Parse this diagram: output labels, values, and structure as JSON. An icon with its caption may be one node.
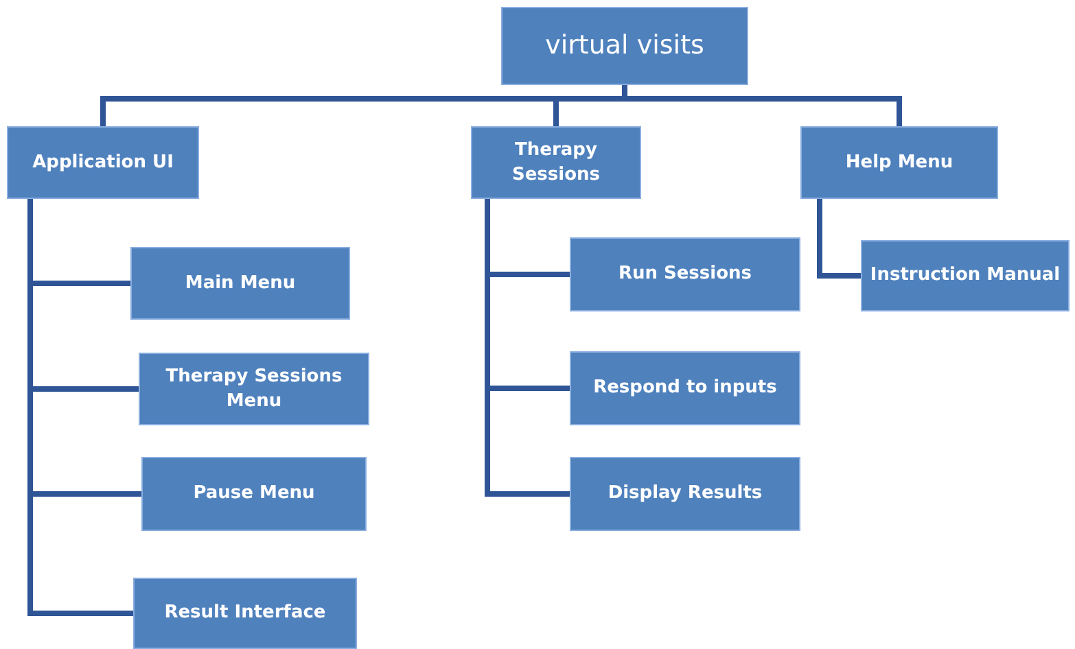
{
  "diagram": {
    "nodes": [
      {
        "text": [
          "virtual visits"
        ]
      },
      {
        "text": [
          "Application UI"
        ]
      },
      {
        "text": [
          "Therapy Sessions"
        ]
      },
      {
        "text": [
          "Help Menu"
        ]
      },
      {
        "text": [
          "Main Menu"
        ]
      },
      {
        "text": [
          "Therapy Sessions Menu"
        ]
      },
      {
        "text": [
          "Pause Menu"
        ]
      },
      {
        "text": [
          "Result Interface"
        ]
      },
      {
        "text": [
          "Run Sessions"
        ]
      },
      {
        "text": [
          "Respond to inputs"
        ]
      },
      {
        "text": [
          "Display Results"
        ]
      },
      {
        "text": [
          "Instruction Manual"
        ]
      }
    ],
    "edges": [
      {
        "from": 0,
        "to": 1,
        "arrow": "none"
      },
      {
        "from": 0,
        "to": 2,
        "arrow": "none"
      },
      {
        "from": 0,
        "to": 3,
        "arrow": "none"
      },
      {
        "from": 1,
        "to": 4,
        "arrow": "none"
      },
      {
        "from": 1,
        "to": 5,
        "arrow": "none"
      },
      {
        "from": 1,
        "to": 6,
        "arrow": "none"
      },
      {
        "from": 1,
        "to": 7,
        "arrow": "none"
      },
      {
        "from": 2,
        "to": 8,
        "arrow": "none"
      },
      {
        "from": 2,
        "to": 9,
        "arrow": "none"
      },
      {
        "from": 2,
        "to": 10,
        "arrow": "none"
      },
      {
        "from": 3,
        "to": 11,
        "arrow": "none"
      }
    ]
  }
}
